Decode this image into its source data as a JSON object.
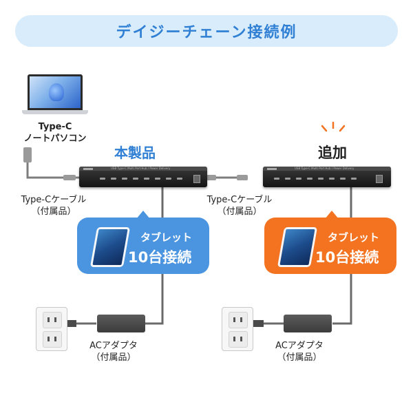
{
  "title": "デイジーチェーン接続例",
  "laptop": {
    "label_line1": "Type-C",
    "label_line2": "ノートパソコン"
  },
  "hub_main": {
    "label": "本製品",
    "print": "USB Type-C Multi Port Hub / Power Delivery"
  },
  "hub_added": {
    "label": "追加",
    "print": "USB Type-C Multi Port Hub / Power Delivery"
  },
  "cable_left": {
    "line1": "Type-Cケーブル",
    "line2": "（付属品）"
  },
  "cable_mid": {
    "line1": "Type-Cケーブル",
    "line2": "（付属品）"
  },
  "callout_left": {
    "line1": "タブレット",
    "line2": "10台接続"
  },
  "callout_right": {
    "line1": "タブレット",
    "line2": "10台接続"
  },
  "adapter_left": {
    "line1": "ACアダプタ",
    "line2": "（付属品）"
  },
  "adapter_right": {
    "line1": "ACアダプタ",
    "line2": "（付属品）"
  },
  "colors": {
    "accent_blue": "#2f7fd4",
    "callout_blue": "#4b95e0",
    "callout_orange": "#f37321",
    "banner_bg": "#d8ecfb"
  },
  "icons": [
    "laptop-icon",
    "usb-hub-icon",
    "tablet-icon",
    "wall-outlet-icon",
    "ac-adapter-icon",
    "spark-icon"
  ]
}
